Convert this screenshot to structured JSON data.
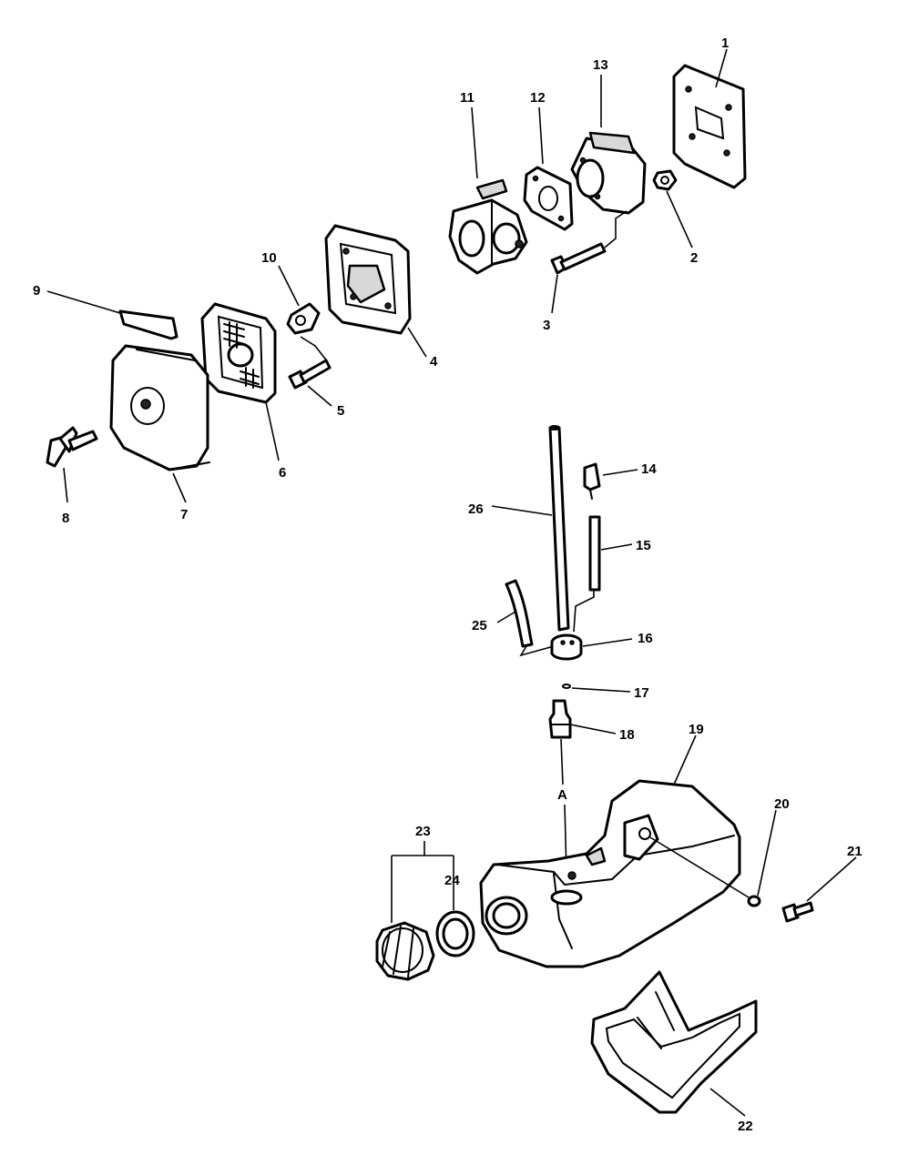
{
  "callouts": {
    "p1": "1",
    "p2": "2",
    "p3": "3",
    "p4": "4",
    "p5": "5",
    "p6": "6",
    "p7": "7",
    "p8": "8",
    "p9": "9",
    "p10": "10",
    "p11": "11",
    "p12": "12",
    "p13": "13",
    "p14": "14",
    "p15": "15",
    "p16": "16",
    "p17": "17",
    "p18": "18",
    "p19": "19",
    "p20": "20",
    "p21": "21",
    "p22": "22",
    "p23": "23",
    "p24": "24",
    "p25": "25",
    "p26": "26"
  },
  "reference_marker": "A"
}
